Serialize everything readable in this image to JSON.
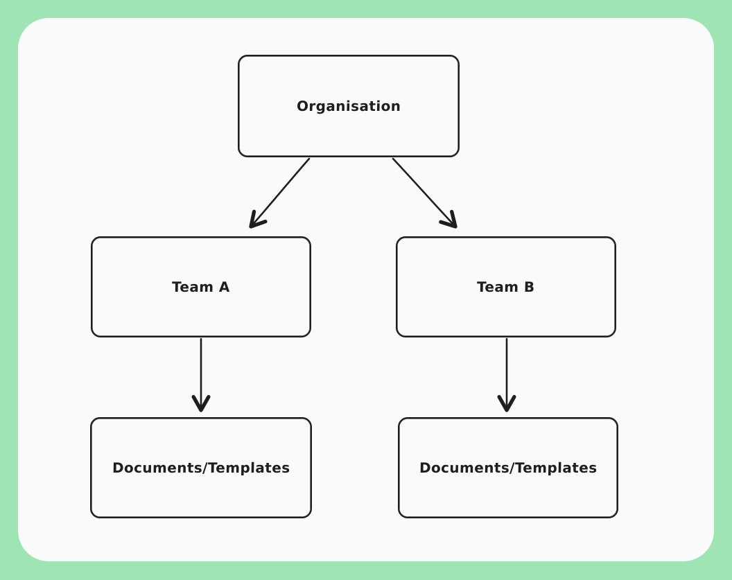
{
  "colors": {
    "frame_background": "#9fe5b3",
    "canvas_background": "#f8fafb",
    "stroke": "#1e1e1e"
  },
  "diagram": {
    "style": "hand-drawn-flowchart",
    "nodes": [
      {
        "id": "organisation",
        "label": "Organisation"
      },
      {
        "id": "team-a",
        "label": "Team A"
      },
      {
        "id": "team-b",
        "label": "Team B"
      },
      {
        "id": "docs-a",
        "label": "Documents/Templates"
      },
      {
        "id": "docs-b",
        "label": "Documents/Templates"
      }
    ],
    "edges": [
      {
        "from": "organisation",
        "to": "team-a",
        "arrowhead": "open"
      },
      {
        "from": "organisation",
        "to": "team-b",
        "arrowhead": "open"
      },
      {
        "from": "team-a",
        "to": "docs-a",
        "arrowhead": "open"
      },
      {
        "from": "team-b",
        "to": "docs-b",
        "arrowhead": "open"
      }
    ]
  }
}
